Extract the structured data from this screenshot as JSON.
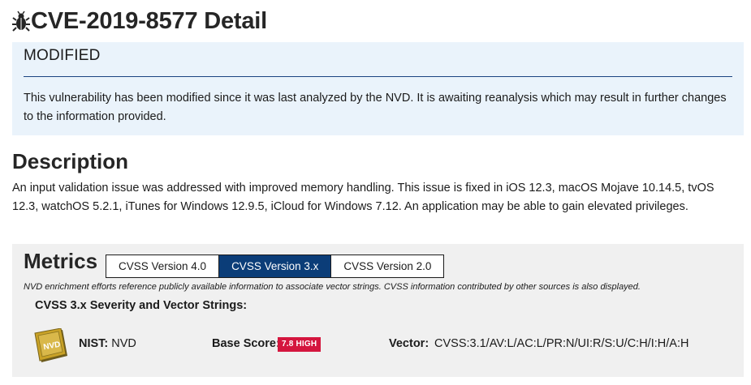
{
  "page": {
    "title": "CVE-2019-8577 Detail"
  },
  "alert": {
    "heading": "MODIFIED",
    "text": "This vulnerability has been modified since it was last analyzed by the NVD. It is awaiting reanalysis which may result in further changes to the information provided."
  },
  "description": {
    "heading": "Description",
    "text": "An input validation issue was addressed with improved memory handling. This issue is fixed in iOS 12.3, macOS Mojave 10.14.5, tvOS 12.3, watchOS 5.2.1, iTunes for Windows 12.9.5, iCloud for Windows 7.12. An application may be able to gain elevated privileges."
  },
  "metrics": {
    "heading": "Metrics",
    "tabs": [
      {
        "label": "CVSS Version 4.0",
        "active": false
      },
      {
        "label": "CVSS Version 3.x",
        "active": true
      },
      {
        "label": "CVSS Version 2.0",
        "active": false
      }
    ],
    "note": "NVD enrichment efforts reference publicly available information to associate vector strings. CVSS information contributed by other sources is also displayed.",
    "severity_heading": "CVSS 3.x Severity and Vector Strings:",
    "nist_label": "NIST:",
    "nist_value": "NVD",
    "badge_text": "NVD",
    "base_score_label": "Base Score:",
    "base_score_value": "7.8 HIGH",
    "vector_label": "Vector:",
    "vector_value": "CVSS:3.1/AV:L/AC:L/PR:N/UI:R/S:U/C:H/I:H/A:H"
  },
  "colors": {
    "alert_bg": "#eaf3fb",
    "alert_rule": "#1a4480",
    "metrics_bg": "#f0f0f0",
    "tab_active_bg": "#0b3d78",
    "score_high": "#d4163e",
    "badge_gold": "#c9a227"
  },
  "icons": {
    "title_icon": "bug-icon",
    "badge_icon": "nvd-badge-icon"
  }
}
